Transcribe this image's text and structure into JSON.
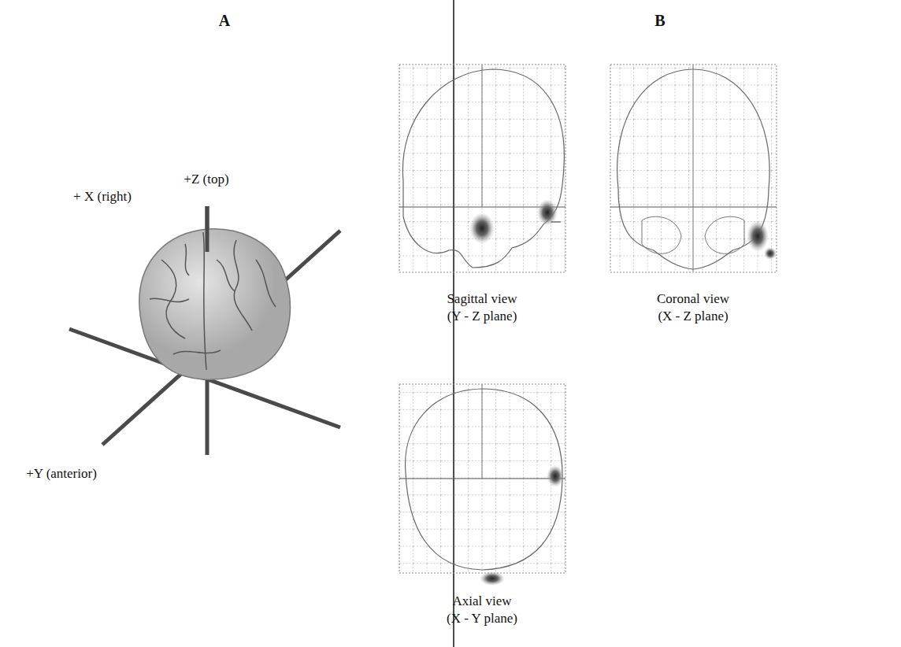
{
  "diagram": {
    "labels": [
      "A",
      "B",
      "+Z (top)",
      "+ X (right)",
      "+Y (anterior)",
      "Sagittal view",
      "(Y - Z plane)",
      "Coronal view",
      "(X - Z plane)",
      "Axial view",
      "(X - Y plane)"
    ]
  }
}
